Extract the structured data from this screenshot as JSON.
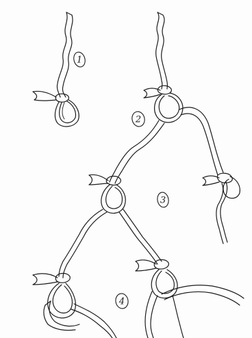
{
  "steps": [
    {
      "number": "1"
    },
    {
      "number": "2"
    },
    {
      "number": "3"
    },
    {
      "number": "4"
    }
  ]
}
